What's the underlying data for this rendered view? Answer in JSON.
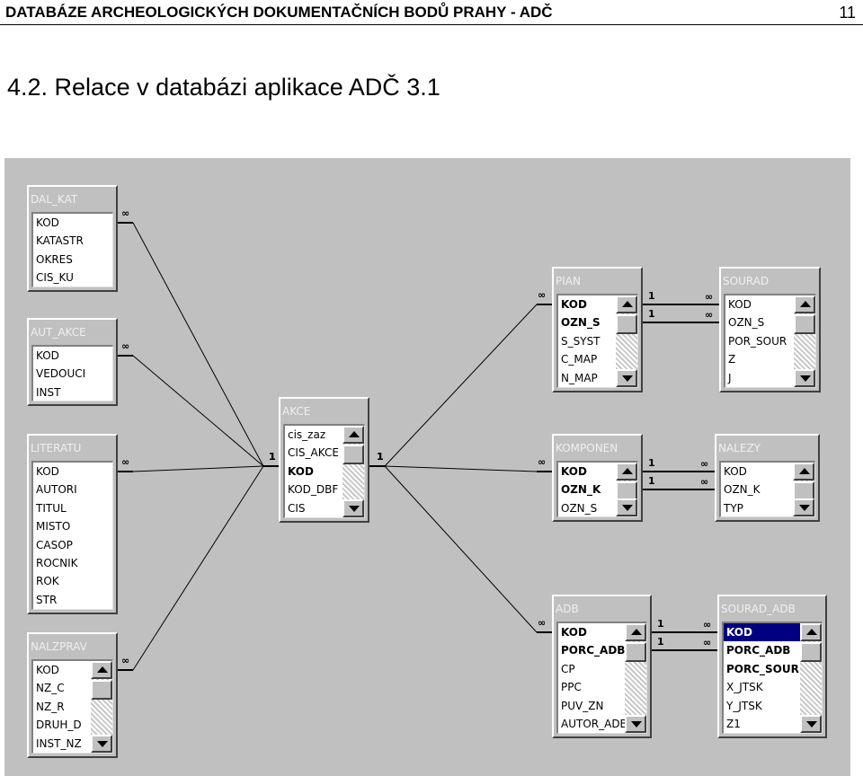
{
  "header": {
    "title": "DATABÁZE ARCHEOLOGICKÝCH DOKUMENTAČNÍCH BODŮ PRAHY - ADČ",
    "page_number": "11"
  },
  "section_title": "4.2. Relace v databázi aplikace ADČ 3.1",
  "colors": {
    "canvas": "#c0c0c0",
    "selection": "#000080"
  },
  "tables": [
    {
      "id": "dal_kat",
      "title": "DAL_KAT",
      "scroll": false,
      "fields": [
        {
          "name": "KOD"
        },
        {
          "name": "KATASTR"
        },
        {
          "name": "OKRES"
        },
        {
          "name": "CIS_KU"
        }
      ]
    },
    {
      "id": "aut_akce",
      "title": "AUT_AKCE",
      "scroll": false,
      "fields": [
        {
          "name": "KOD"
        },
        {
          "name": "VEDOUCI"
        },
        {
          "name": "INST"
        }
      ]
    },
    {
      "id": "literatu",
      "title": "LITERATU",
      "scroll": false,
      "fields": [
        {
          "name": "KOD"
        },
        {
          "name": "AUTORI"
        },
        {
          "name": "TITUL"
        },
        {
          "name": "MISTO"
        },
        {
          "name": "CASOP"
        },
        {
          "name": "ROCNIK"
        },
        {
          "name": "ROK"
        },
        {
          "name": "STR"
        }
      ]
    },
    {
      "id": "nalzprav",
      "title": "NALZPRAV",
      "scroll": true,
      "fields": [
        {
          "name": "KOD"
        },
        {
          "name": "NZ_C"
        },
        {
          "name": "NZ_R"
        },
        {
          "name": "DRUH_D"
        },
        {
          "name": "INST_NZ"
        }
      ]
    },
    {
      "id": "akce",
      "title": "AKCE",
      "scroll": true,
      "fields": [
        {
          "name": "cis_zaz"
        },
        {
          "name": "CIS_AKCE"
        },
        {
          "name": "KOD",
          "pk": true
        },
        {
          "name": "KOD_DBF"
        },
        {
          "name": "CIS"
        }
      ]
    },
    {
      "id": "pian",
      "title": "PIAN",
      "scroll": true,
      "fields": [
        {
          "name": "KOD",
          "pk": true
        },
        {
          "name": "OZN_S",
          "pk": true
        },
        {
          "name": "S_SYST"
        },
        {
          "name": "C_MAP"
        },
        {
          "name": "N_MAP"
        }
      ]
    },
    {
      "id": "sourad",
      "title": "SOURAD",
      "scroll": true,
      "fields": [
        {
          "name": "KOD"
        },
        {
          "name": "OZN_S"
        },
        {
          "name": "POR_SOUR"
        },
        {
          "name": "Z"
        },
        {
          "name": "J"
        }
      ]
    },
    {
      "id": "komponen",
      "title": "KOMPONEN",
      "scroll": true,
      "fields": [
        {
          "name": "KOD",
          "pk": true
        },
        {
          "name": "OZN_K",
          "pk": true
        },
        {
          "name": "OZN_S"
        }
      ]
    },
    {
      "id": "nalezy",
      "title": "NALEZY",
      "scroll": true,
      "fields": [
        {
          "name": "KOD"
        },
        {
          "name": "OZN_K"
        },
        {
          "name": "TYP"
        }
      ]
    },
    {
      "id": "adb",
      "title": "ADB",
      "scroll": true,
      "fields": [
        {
          "name": "KOD",
          "pk": true
        },
        {
          "name": "PORC_ADB",
          "pk": true
        },
        {
          "name": "CP"
        },
        {
          "name": "PPC"
        },
        {
          "name": "PUV_ZN"
        },
        {
          "name": "AUTOR_ADB"
        }
      ]
    },
    {
      "id": "sourad_adb",
      "title": "SOURAD_ADB",
      "scroll": true,
      "fields": [
        {
          "name": "KOD",
          "pk": true,
          "selected": true
        },
        {
          "name": "PORC_ADB",
          "pk": true
        },
        {
          "name": "PORC_SOUR",
          "pk": true
        },
        {
          "name": "X_JTSK"
        },
        {
          "name": "Y_JTSK"
        },
        {
          "name": "Z1"
        }
      ]
    }
  ],
  "relationships": [
    {
      "from": "akce",
      "to": "dal_kat",
      "from_label": "1",
      "to_label": "∞"
    },
    {
      "from": "akce",
      "to": "aut_akce",
      "from_label": "1",
      "to_label": "∞"
    },
    {
      "from": "akce",
      "to": "literatu",
      "from_label": "1",
      "to_label": "∞"
    },
    {
      "from": "akce",
      "to": "nalzprav",
      "from_label": "1",
      "to_label": "∞"
    },
    {
      "from": "akce",
      "to": "pian",
      "from_label": "1",
      "to_label": "∞"
    },
    {
      "from": "akce",
      "to": "komponen",
      "from_label": "1",
      "to_label": "∞"
    },
    {
      "from": "akce",
      "to": "adb",
      "from_label": "1",
      "to_label": "∞"
    },
    {
      "from": "pian",
      "to": "sourad",
      "from_label": "1",
      "to_label": "∞",
      "double": true
    },
    {
      "from": "komponen",
      "to": "nalezy",
      "from_label": "1",
      "to_label": "∞",
      "double": true
    },
    {
      "from": "adb",
      "to": "sourad_adb",
      "from_label": "1",
      "to_label": "∞",
      "double": true
    }
  ]
}
